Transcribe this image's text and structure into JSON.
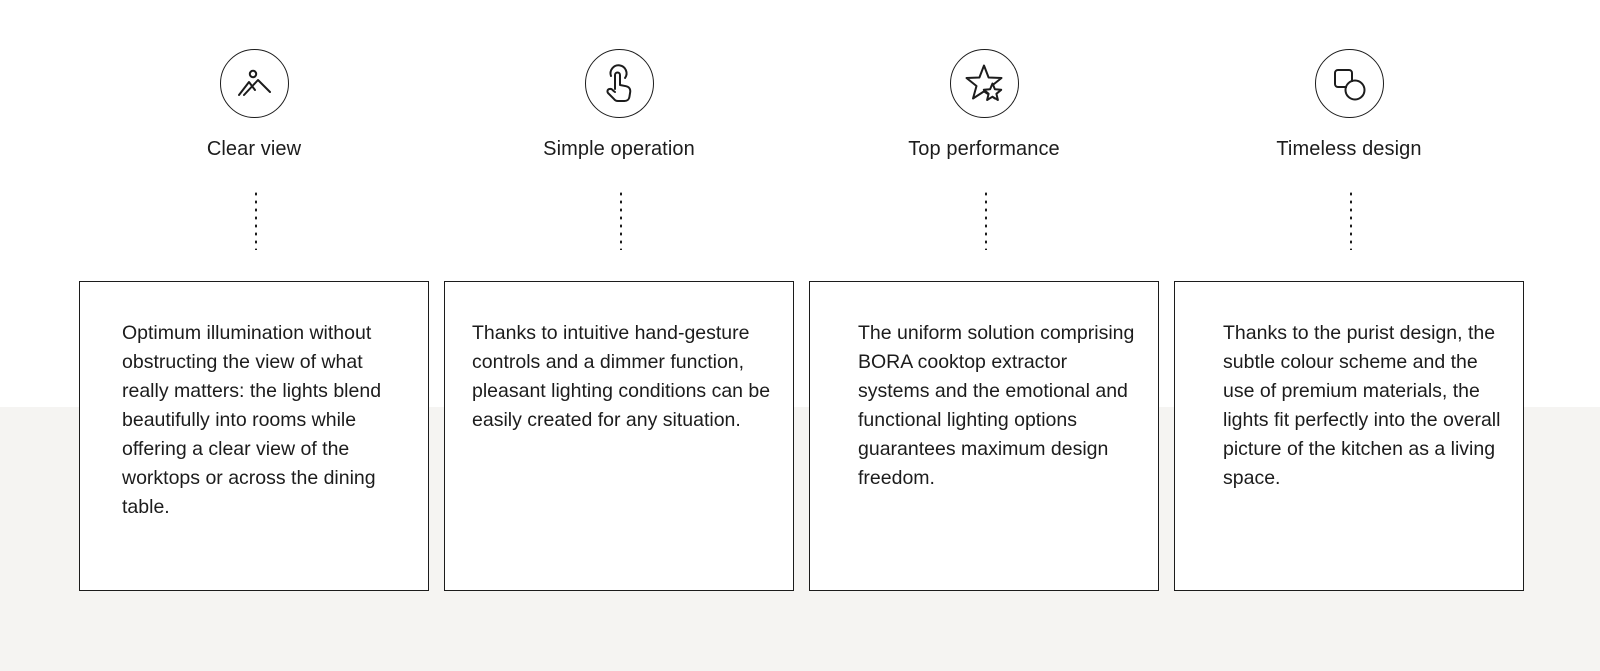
{
  "features": [
    {
      "icon": "landscape-image-icon",
      "title": "Clear view",
      "description": "Optimum illumination without obstructing the view of what really matters: the lights blend beautifully into rooms while offering a clear view of the worktops or across the dining table."
    },
    {
      "icon": "hand-touch-gesture-icon",
      "title": "Simple operation",
      "description": "Thanks to intuitive hand-gesture controls and a dimmer function, pleasant lighting conditions can be easily created for any situation."
    },
    {
      "icon": "stars-icon",
      "title": "Top performance",
      "description": "The uniform solution comprising BORA cooktop extractor systems and the emotional and functional lighting options guarantees maximum design freedom."
    },
    {
      "icon": "shapes-square-circle-icon",
      "title": "Timeless design",
      "description": "Thanks to the purist design, the subtle colour scheme and the use of premium materials, the lights fit perfectly into the overall picture of the kitchen as a living space."
    }
  ]
}
